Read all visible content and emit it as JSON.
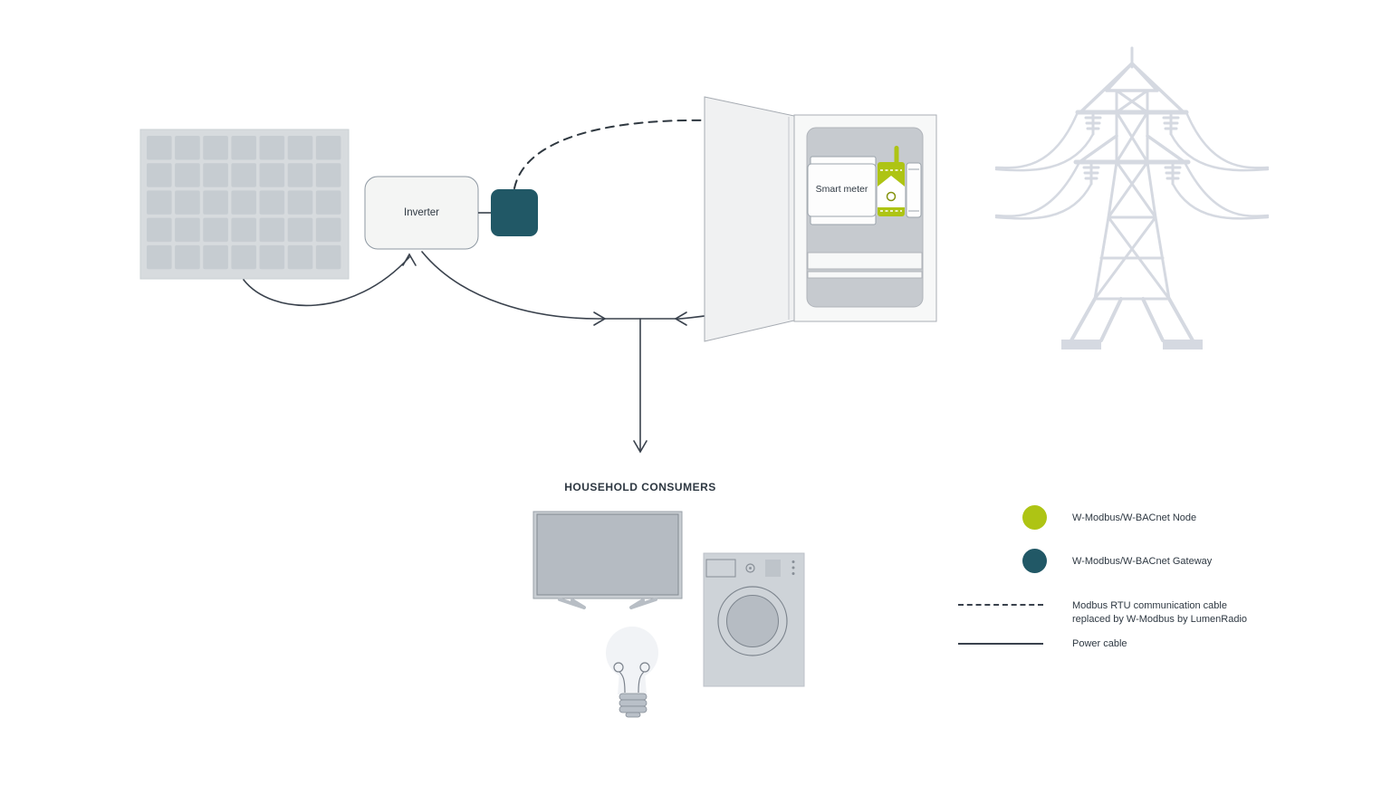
{
  "diagram": {
    "inverter_label": "Inverter",
    "smart_meter_label": "Smart meter",
    "household_title": "HOUSEHOLD CONSUMERS"
  },
  "legend": {
    "items": [
      {
        "symbol": "node-circle",
        "label": "W-Modbus/W-BACnet Node",
        "color": "#aec414"
      },
      {
        "symbol": "gateway-circle",
        "label": "W-Modbus/W-BACnet Gateway",
        "color": "#215866"
      },
      {
        "symbol": "dashed-line",
        "label": "Modbus RTU communication cable replaced by W-Modbus by LumenRadio",
        "label_line1": "Modbus RTU communication cable",
        "label_line2": "replaced by W-Modbus by LumenRadio",
        "color": "#3a424d"
      },
      {
        "symbol": "solid-line",
        "label": "Power cable",
        "color": "#3a424d"
      }
    ]
  },
  "connections": [
    {
      "from": "solar-panel",
      "to": "inverter",
      "type": "power-cable"
    },
    {
      "from": "inverter",
      "to": "junction",
      "type": "power-cable"
    },
    {
      "from": "junction",
      "to": "smart-meter",
      "type": "power-cable",
      "bidirectional": true
    },
    {
      "from": "junction",
      "to": "household-consumers",
      "type": "power-cable"
    },
    {
      "from": "gateway",
      "to": "wireless-node",
      "type": "modbus-rtu-communication",
      "style": "dashed"
    }
  ],
  "icons": {
    "solar_panel": "grid-of-cells-panel",
    "inverter": "rounded-box",
    "gateway": "teal-rounded-square",
    "electrical_cabinet": "cabinet-with-open-door",
    "smart_meter": "white-din-module",
    "wireless_node": "green-module-with-antenna",
    "power_grid": "transmission-tower",
    "tv": "flat-screen-tv",
    "washing_machine": "front-load-washer",
    "light_bulb": "incandescent-bulb"
  },
  "colors": {
    "node_green": "#aec414",
    "gateway_teal": "#215866",
    "cable_line": "#3a424d",
    "tower_gray": "#d5d9e1",
    "panel_gray": "#c6ccd1",
    "text": "#2e3842",
    "background": "#ffffff"
  }
}
